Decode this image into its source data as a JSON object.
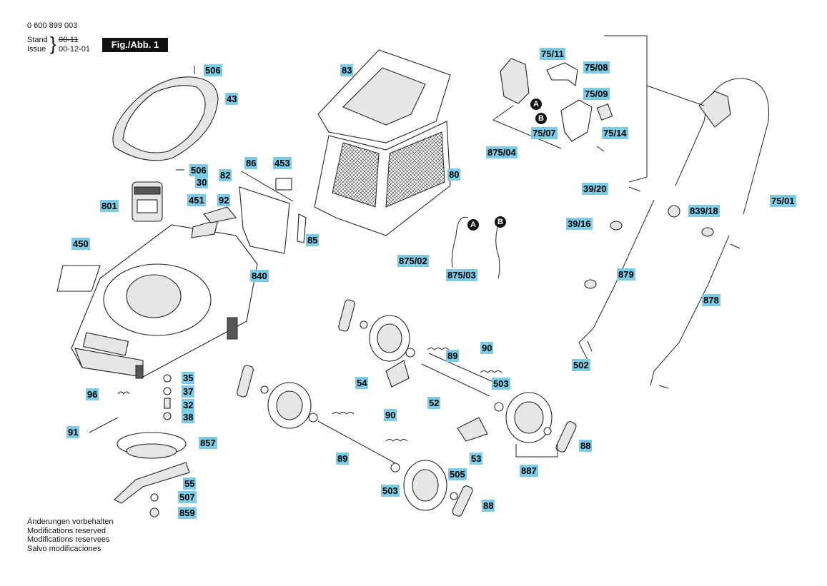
{
  "header": {
    "part_number": "0 600 899 003",
    "stand_label": "Stand",
    "stand_value": "00-11",
    "issue_label": "Issue",
    "issue_value": "00-12-01",
    "figure_label": "Fig./Abb. 1"
  },
  "callouts": [
    "506",
    "43",
    "83",
    "75/11",
    "75/08",
    "75/09",
    "75/07",
    "75/14",
    "875/04",
    "506",
    "30",
    "86",
    "453",
    "82",
    "92",
    "451",
    "801",
    "85",
    "80",
    "39/20",
    "75/01",
    "839/18",
    "39/16",
    "450",
    "875/02",
    "875/03",
    "840",
    "879",
    "878",
    "502",
    "89",
    "90",
    "54",
    "52",
    "503",
    "35",
    "37",
    "32",
    "38",
    "96",
    "91",
    "90",
    "857",
    "89",
    "53",
    "88",
    "887",
    "55",
    "503",
    "505",
    "507",
    "88",
    "859"
  ],
  "connectors": [
    "A",
    "B",
    "A",
    "B"
  ],
  "footer": [
    "Änderungen vorbehalten",
    "Modifications reserved",
    "Modifications reservees",
    "Salvo modificaciones"
  ]
}
